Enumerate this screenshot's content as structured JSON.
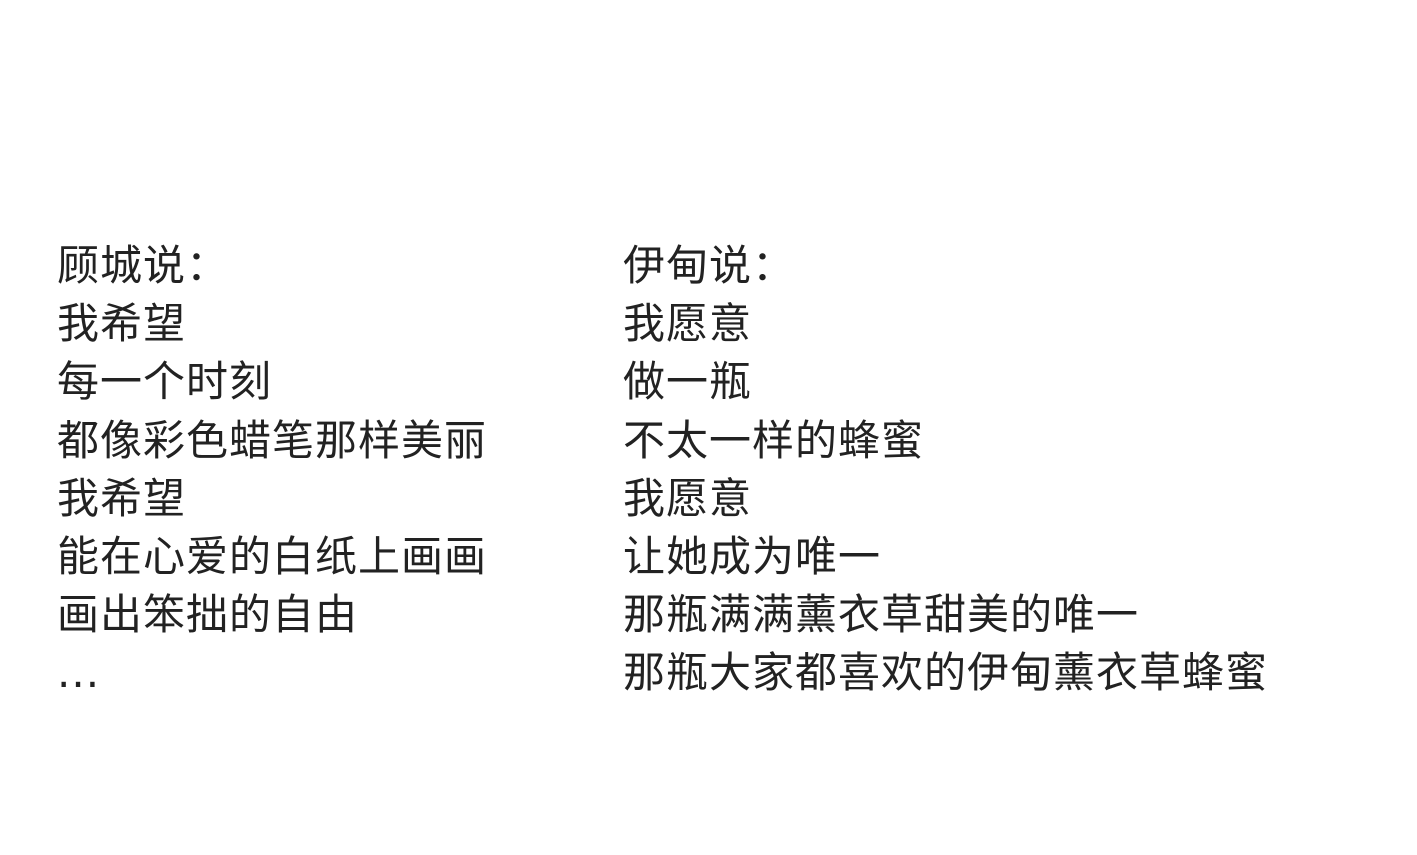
{
  "left": {
    "heading": "顾城说：",
    "lines": [
      "我希望",
      "每一个时刻",
      "都像彩色蜡笔那样美丽",
      "我希望",
      "能在心爱的白纸上画画",
      "画出笨拙的自由",
      "..."
    ]
  },
  "right": {
    "heading": "伊甸说：",
    "lines": [
      "我愿意",
      "做一瓶",
      "不太一样的蜂蜜",
      "我愿意",
      "让她成为唯一",
      "那瓶满满薰衣草甜美的唯一",
      "那瓶大家都喜欢的伊甸薰衣草蜂蜜"
    ]
  }
}
